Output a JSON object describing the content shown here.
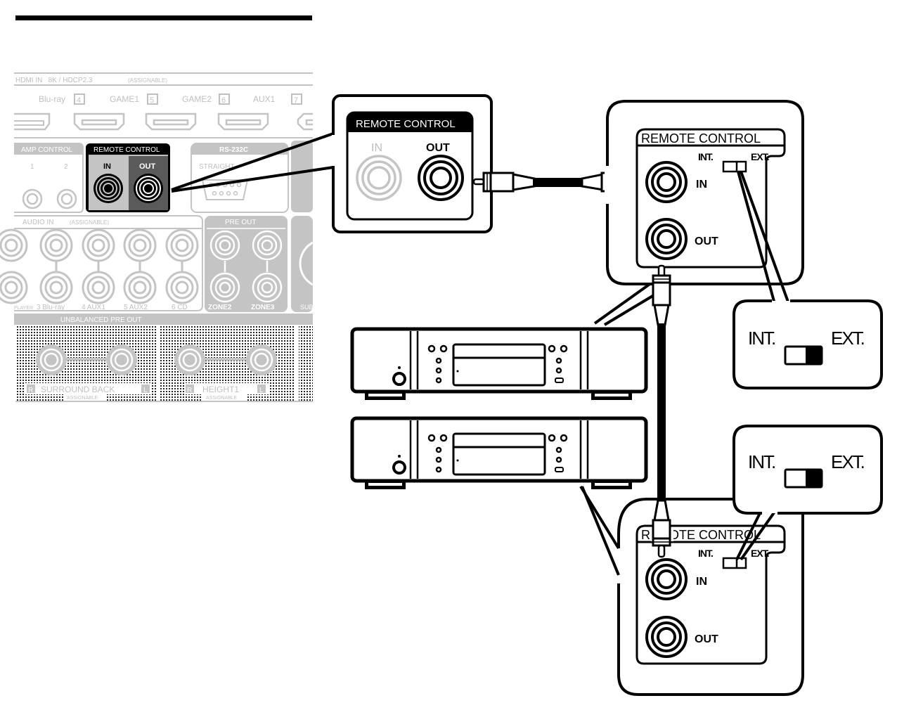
{
  "colors": {
    "ink": "#000000",
    "panel_gray": "#c4c4c4",
    "panel_light": "#d0d0d0",
    "dark_jack_bg": "#555555",
    "highlight_black": "#000000",
    "faded_label": "#bdbdbd"
  },
  "receiver_panel": {
    "hdmi_header": "HDMI IN   8K / HDCP2.3",
    "hdmi_assignable": "(ASSIGNABLE)",
    "hdmi_inputs": [
      {
        "label": "Blu-ray",
        "number": "4"
      },
      {
        "label": "GAME1",
        "number": "5"
      },
      {
        "label": "GAME2",
        "number": "6"
      },
      {
        "label": "AUX1",
        "number": "7"
      }
    ],
    "amp_control": {
      "title": "AMP CONTROL",
      "ports": [
        "1",
        "2"
      ]
    },
    "remote_control": {
      "title": "REMOTE CONTROL",
      "in": "IN",
      "out": "OUT"
    },
    "rs232c": {
      "title": "RS-232C",
      "subtitle": "STRAIGHT"
    },
    "audio_in": {
      "title": "AUDIO IN",
      "assignable": "(ASSIGNABLE)",
      "labels": [
        "PLAYER",
        "3 Blu-ray",
        "4 AUX1",
        "5 AUX2",
        "6 CD"
      ]
    },
    "pre_out": {
      "title": "PRE OUT",
      "labels": [
        "ZONE2",
        "ZONE3"
      ]
    },
    "subwoofer_label": "SUB",
    "unbalanced_pre_out": {
      "title": "UNBALANCED PRE OUT",
      "groups": [
        {
          "r": "R",
          "name": "SURROUND BACK",
          "l": "L",
          "note": "ASSIGNABLE"
        },
        {
          "r": "R",
          "name": "HEIGHT1",
          "l": "L",
          "note": "ASSIGNABLE"
        }
      ]
    }
  },
  "callout_receiver": {
    "title": "REMOTE CONTROL",
    "in": "IN",
    "out": "OUT"
  },
  "device_top_panel": {
    "title": "REMOTE CONTROL",
    "int": "INT.",
    "ext": "EXT.",
    "in": "IN",
    "out": "OUT",
    "switch_position": "EXT."
  },
  "device_bottom_panel": {
    "title": "REMOTE CONTROL",
    "int": "INT.",
    "ext": "EXT.",
    "in": "IN",
    "out": "OUT",
    "switch_position": "EXT."
  },
  "switch_callout_top": {
    "int": "INT.",
    "ext": "EXT.",
    "position": "EXT."
  },
  "switch_callout_bottom": {
    "int": "INT.",
    "ext": "EXT.",
    "position": "EXT."
  }
}
